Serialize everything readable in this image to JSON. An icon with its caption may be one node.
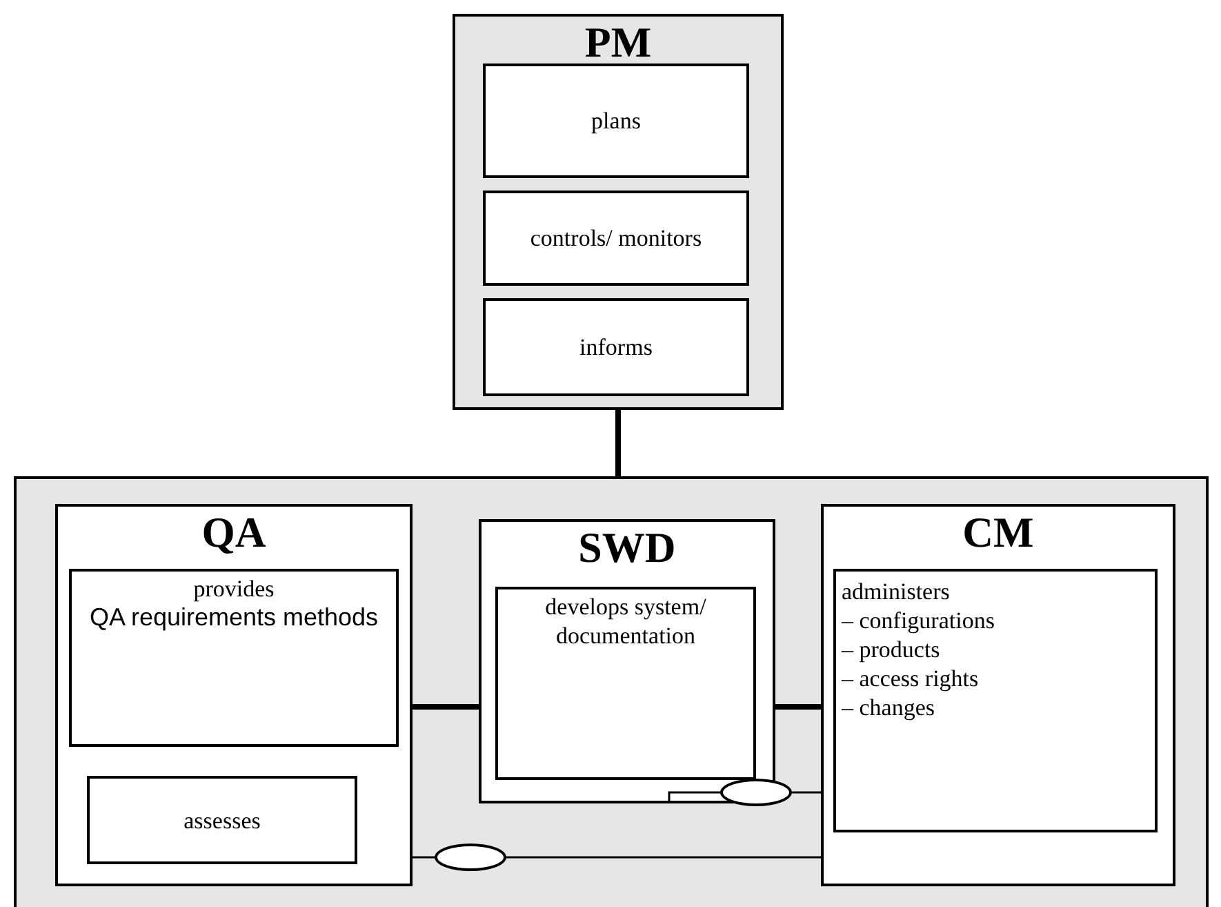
{
  "diagram": {
    "nodes": [
      {
        "text": [
          "PM"
        ]
      },
      {
        "text": [
          "plans"
        ],
        "in": 0
      },
      {
        "text": [
          "controls/ monitors"
        ],
        "in": 0
      },
      {
        "text": [
          "informs"
        ],
        "in": 0
      },
      {
        "text": [],
        "shape": "box"
      },
      {
        "text": [
          "QA"
        ],
        "in": 4
      },
      {
        "text": [
          "provides",
          "QA requirements methods"
        ],
        "in": 5
      },
      {
        "text": [
          "assesses"
        ],
        "in": 5
      },
      {
        "text": [
          "SWD"
        ],
        "in": 4
      },
      {
        "text": [
          "develops system/ documentation"
        ],
        "in": 8
      },
      {
        "text": [
          "CM"
        ],
        "in": 4
      },
      {
        "text": [
          "administers",
          "– configurations",
          "– products",
          "– access rights",
          "– changes"
        ],
        "in": 10
      },
      {
        "text": [],
        "shape": "ellipse",
        "in": 4
      },
      {
        "text": [],
        "shape": "ellipse",
        "in": 4
      }
    ],
    "edges": [
      {
        "from": 0,
        "to": 4,
        "arrow": "none",
        "style": "thick"
      },
      {
        "from": 5,
        "to": 8,
        "arrow": "none",
        "style": "thick"
      },
      {
        "from": 8,
        "to": 10,
        "arrow": "none",
        "style": "thick"
      },
      {
        "from": 8,
        "to": 13,
        "arrow": "none"
      },
      {
        "from": 13,
        "to": 10,
        "arrow": "none"
      },
      {
        "from": 5,
        "to": 12,
        "arrow": "none"
      },
      {
        "from": 12,
        "to": 10,
        "arrow": "none"
      }
    ]
  }
}
